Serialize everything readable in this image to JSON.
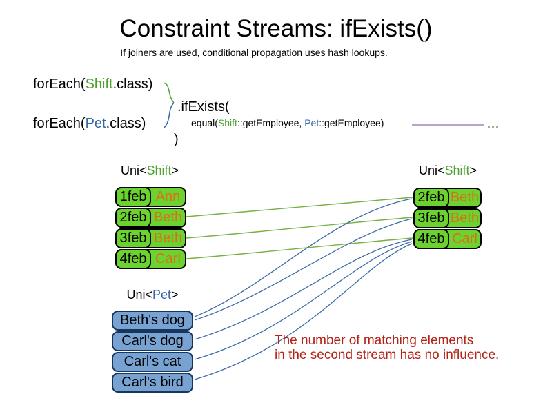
{
  "title": "Constraint Streams: ifExists()",
  "subtitle": "If joiners are used, conditional propagation uses hash lookups.",
  "code": {
    "foreach_shift": {
      "prefix": "forEach(",
      "cls": "Shift",
      "suffix": ".class)"
    },
    "foreach_pet": {
      "prefix": "forEach(",
      "cls": "Pet",
      "suffix": ".class)"
    },
    "if_exists": ".ifExists(",
    "equal": {
      "prefix": "equal(",
      "shift_cls": "Shift",
      "mid": "::getEmployee, ",
      "pet_cls": "Pet",
      "suffix": "::getEmployee)"
    },
    "close_paren": ")",
    "ellipsis": "..."
  },
  "left_shift_table": {
    "label": {
      "prefix": "Uni<",
      "cls": "Shift",
      "suffix": ">"
    },
    "rows": [
      {
        "date": "1feb",
        "name": "Ann"
      },
      {
        "date": "2feb",
        "name": "Beth"
      },
      {
        "date": "3feb",
        "name": "Beth"
      },
      {
        "date": "4feb",
        "name": "Carl"
      }
    ]
  },
  "right_shift_table": {
    "label": {
      "prefix": "Uni<",
      "cls": "Shift",
      "suffix": ">"
    },
    "rows": [
      {
        "date": "2feb",
        "name": "Beth"
      },
      {
        "date": "3feb",
        "name": "Beth"
      },
      {
        "date": "4feb",
        "name": "Carl"
      }
    ]
  },
  "pet_table": {
    "label": {
      "prefix": "Uni<",
      "cls": "Pet",
      "suffix": ">"
    },
    "rows": [
      {
        "name": "Beth's dog"
      },
      {
        "name": "Carl's dog"
      },
      {
        "name": "Carl's cat"
      },
      {
        "name": "Carl's bird"
      }
    ]
  },
  "connections": {
    "green_shift_links": [
      {
        "from": "2feb Beth",
        "to": "2feb Beth"
      },
      {
        "from": "3feb Beth",
        "to": "3feb Beth"
      },
      {
        "from": "4feb Carl",
        "to": "4feb Carl"
      }
    ],
    "blue_pet_links": [
      {
        "from": "Beth's dog",
        "to": "2feb Beth"
      },
      {
        "from": "Beth's dog",
        "to": "3feb Beth"
      },
      {
        "from": "Carl's dog",
        "to": "4feb Carl"
      },
      {
        "from": "Carl's cat",
        "to": "4feb Carl"
      },
      {
        "from": "Carl's bird",
        "to": "4feb Carl"
      }
    ]
  },
  "note": {
    "line1": "The number of matching elements",
    "line2": "in the second stream has no influence."
  },
  "colors": {
    "shift_box_fill": "#6CD22F",
    "shift_name_text": "#DE6D17",
    "shift_class_text": "#4DA32F",
    "pet_box_fill": "#78A2D2",
    "pet_box_border": "#16365D",
    "pet_class_text": "#3465A4",
    "green_link_line": "#76B043",
    "blue_link_line": "#3E6CA8",
    "purple_pointer_line": "#8D6FA9",
    "note_text": "#B32317"
  }
}
